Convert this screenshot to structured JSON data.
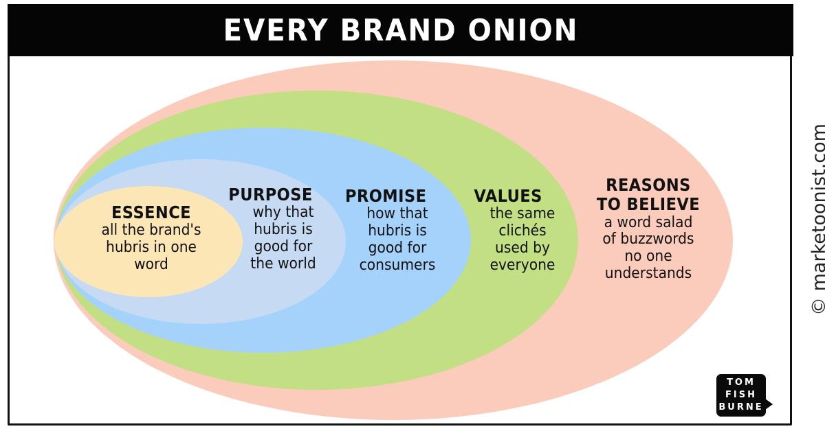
{
  "title": "EVERY BRAND ONION",
  "colors": {
    "title_bar": "#050505",
    "reasons_to_believe": "#FBCBBB",
    "values": "#C2DF84",
    "promise": "#A5D2FB",
    "purpose": "#C6DAF3",
    "essence": "#FDE6B5"
  },
  "layers": [
    {
      "id": "reasons_to_believe",
      "title": "REASONS\nTO BELIEVE",
      "title_line1": "REASONS",
      "title_line2": "TO BELIEVE",
      "description": "a word salad\nof buzzwords\nno one\nunderstands"
    },
    {
      "id": "values",
      "title": "VALUES",
      "description": "the same\nclichés\nused by\neveryone"
    },
    {
      "id": "promise",
      "title": "PROMISE",
      "description": "how that\nhubris is\ngood for\nconsumers"
    },
    {
      "id": "purpose",
      "title": "PURPOSE",
      "description": "why that\nhubris is\ngood for\nthe world"
    },
    {
      "id": "essence",
      "title": "ESSENCE",
      "description": "all the brand's\nhubris in one\nword"
    }
  ],
  "signature": {
    "line1": "TOM",
    "line2": "FISH",
    "line3": "BURNE"
  },
  "credit": "© marketoonist.com"
}
